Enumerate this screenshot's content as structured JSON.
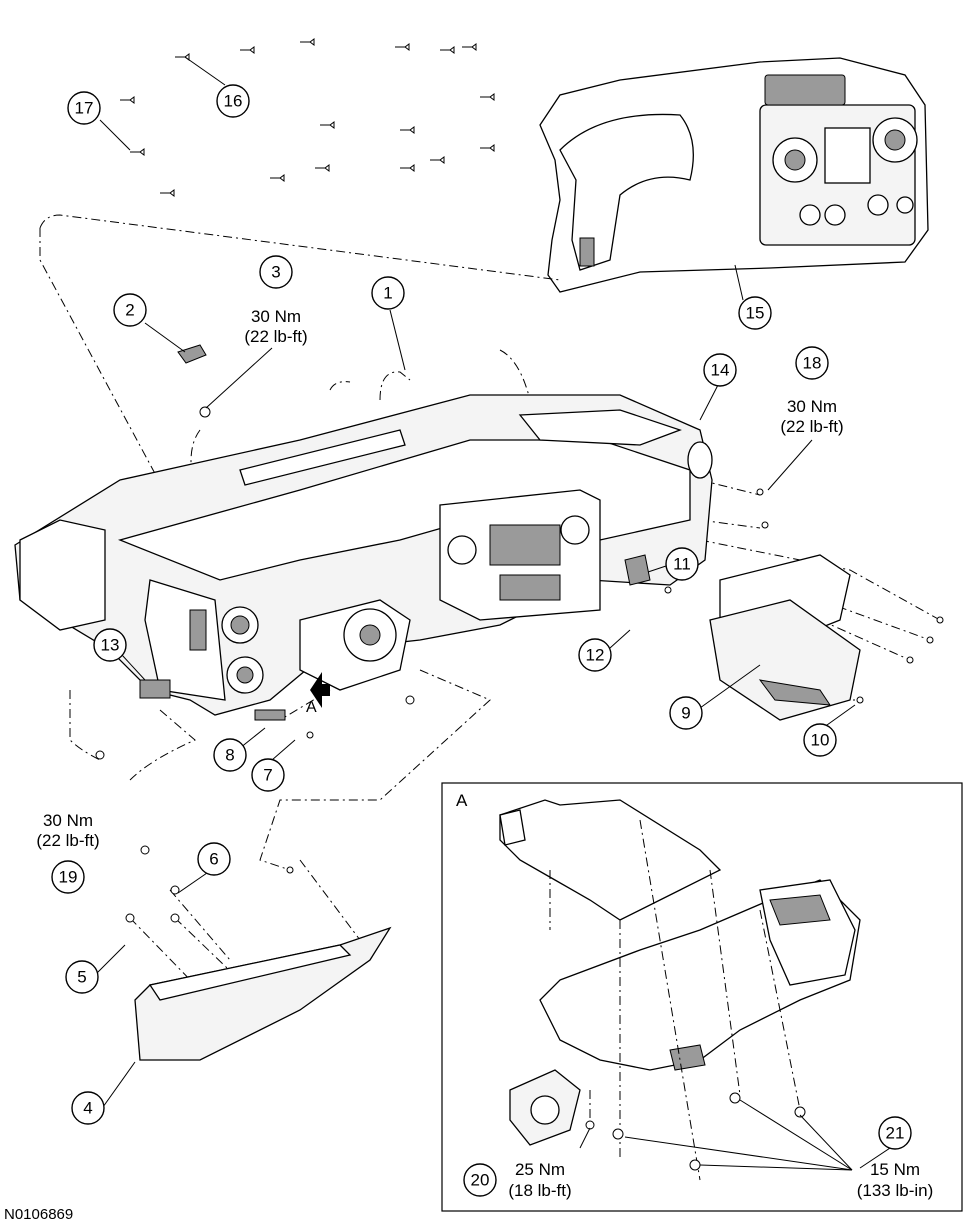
{
  "figure_id": "N0106869",
  "detail_label": "A",
  "view_arrow_label": "A",
  "callouts": [
    {
      "id": "c1",
      "number": "1"
    },
    {
      "id": "c2",
      "number": "2"
    },
    {
      "id": "c3",
      "number": "3"
    },
    {
      "id": "c4",
      "number": "4"
    },
    {
      "id": "c5",
      "number": "5"
    },
    {
      "id": "c6",
      "number": "6"
    },
    {
      "id": "c7",
      "number": "7"
    },
    {
      "id": "c8",
      "number": "8"
    },
    {
      "id": "c9",
      "number": "9"
    },
    {
      "id": "c10",
      "number": "10"
    },
    {
      "id": "c11",
      "number": "11"
    },
    {
      "id": "c12",
      "number": "12"
    },
    {
      "id": "c13",
      "number": "13"
    },
    {
      "id": "c14",
      "number": "14"
    },
    {
      "id": "c15",
      "number": "15"
    },
    {
      "id": "c16",
      "number": "16"
    },
    {
      "id": "c17",
      "number": "17"
    },
    {
      "id": "c18",
      "number": "18"
    },
    {
      "id": "c19",
      "number": "19"
    },
    {
      "id": "c20",
      "number": "20"
    },
    {
      "id": "c21",
      "number": "21"
    }
  ],
  "torque_specs": {
    "item3": {
      "metric": "30 Nm",
      "imperial": "(22 lb-ft)"
    },
    "item18": {
      "metric": "30 Nm",
      "imperial": "(22 lb-ft)"
    },
    "item19": {
      "metric": "30 Nm",
      "imperial": "(22 lb-ft)"
    },
    "item20": {
      "metric": "25 Nm",
      "imperial": "(18 lb-ft)"
    },
    "item21": {
      "metric": "15 Nm",
      "imperial": "(133 lb-in)"
    }
  }
}
